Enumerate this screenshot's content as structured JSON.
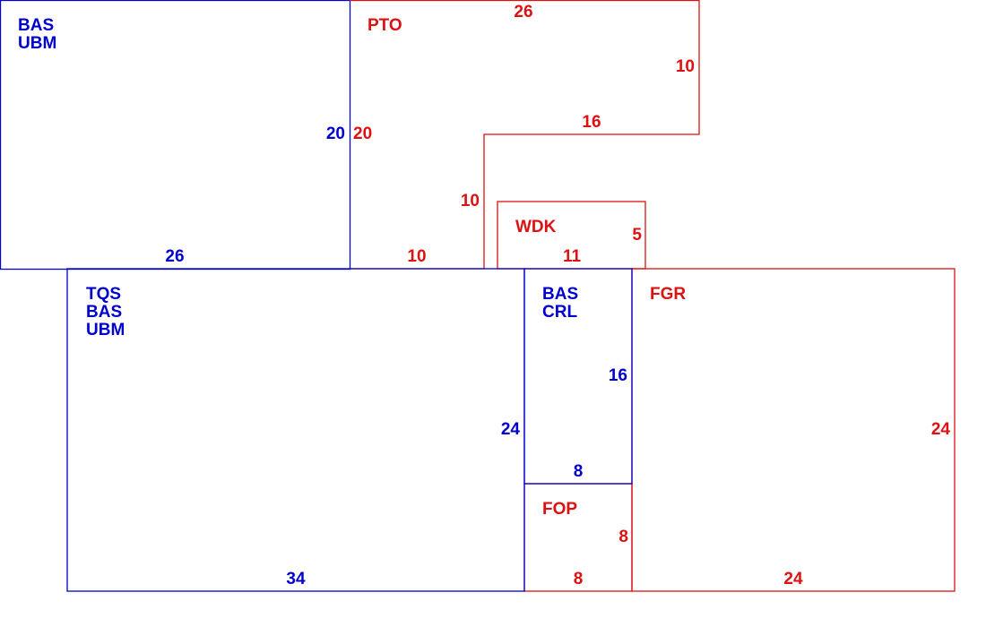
{
  "colors": {
    "blue": "#0000cc",
    "red": "#dd1111"
  },
  "pieces": {
    "bas_ubm": {
      "name_line1": "BAS",
      "name_line2": "UBM",
      "width": "26",
      "height": "20"
    },
    "pto": {
      "name": "PTO",
      "top": "26",
      "right": "10",
      "step": "16",
      "inner": "10",
      "left": "20",
      "bottom": "10"
    },
    "wdk": {
      "name": "WDK",
      "height": "5",
      "width": "11"
    },
    "tqs": {
      "name_line1": "TQS",
      "name_line2": "BAS",
      "name_line3": "UBM",
      "height": "24",
      "width": "34"
    },
    "bas_crl": {
      "name_line1": "BAS",
      "name_line2": "CRL",
      "height": "16",
      "width": "8"
    },
    "fgr": {
      "name": "FGR",
      "height": "24",
      "width": "24"
    },
    "fop": {
      "name": "FOP",
      "height": "8",
      "width": "8"
    }
  }
}
